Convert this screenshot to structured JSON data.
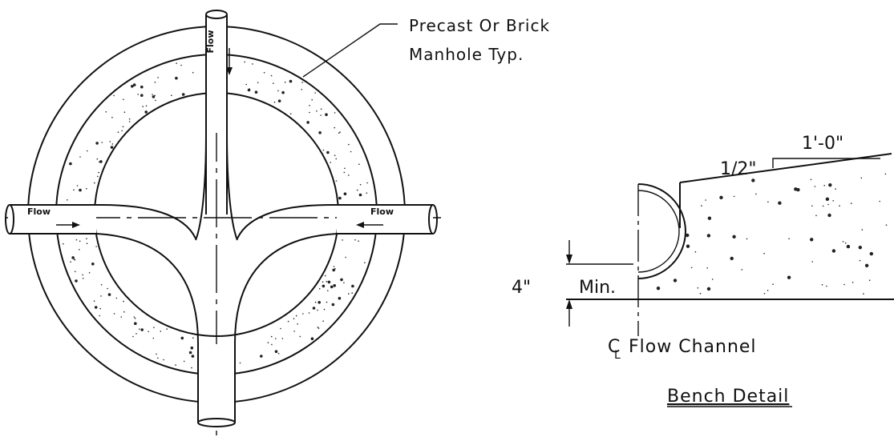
{
  "manhole_plan": {
    "callout_line1": "Precast Or Brick",
    "callout_line2": "Manhole Typ.",
    "pipe_label_north": "Flow",
    "pipe_label_west": "Flow",
    "pipe_label_east": "Flow"
  },
  "bench_detail": {
    "slope_rise": "1/2\"",
    "slope_run": "1'-0\"",
    "min_depth_value": "4\"",
    "min_depth_suffix": "Min.",
    "centerline_symbol": "C",
    "centerline_subscript": "L",
    "centerline_label": "Flow Channel",
    "title": "Bench Detail"
  },
  "colors": {
    "ink": "#111111",
    "background": "#ffffff"
  }
}
